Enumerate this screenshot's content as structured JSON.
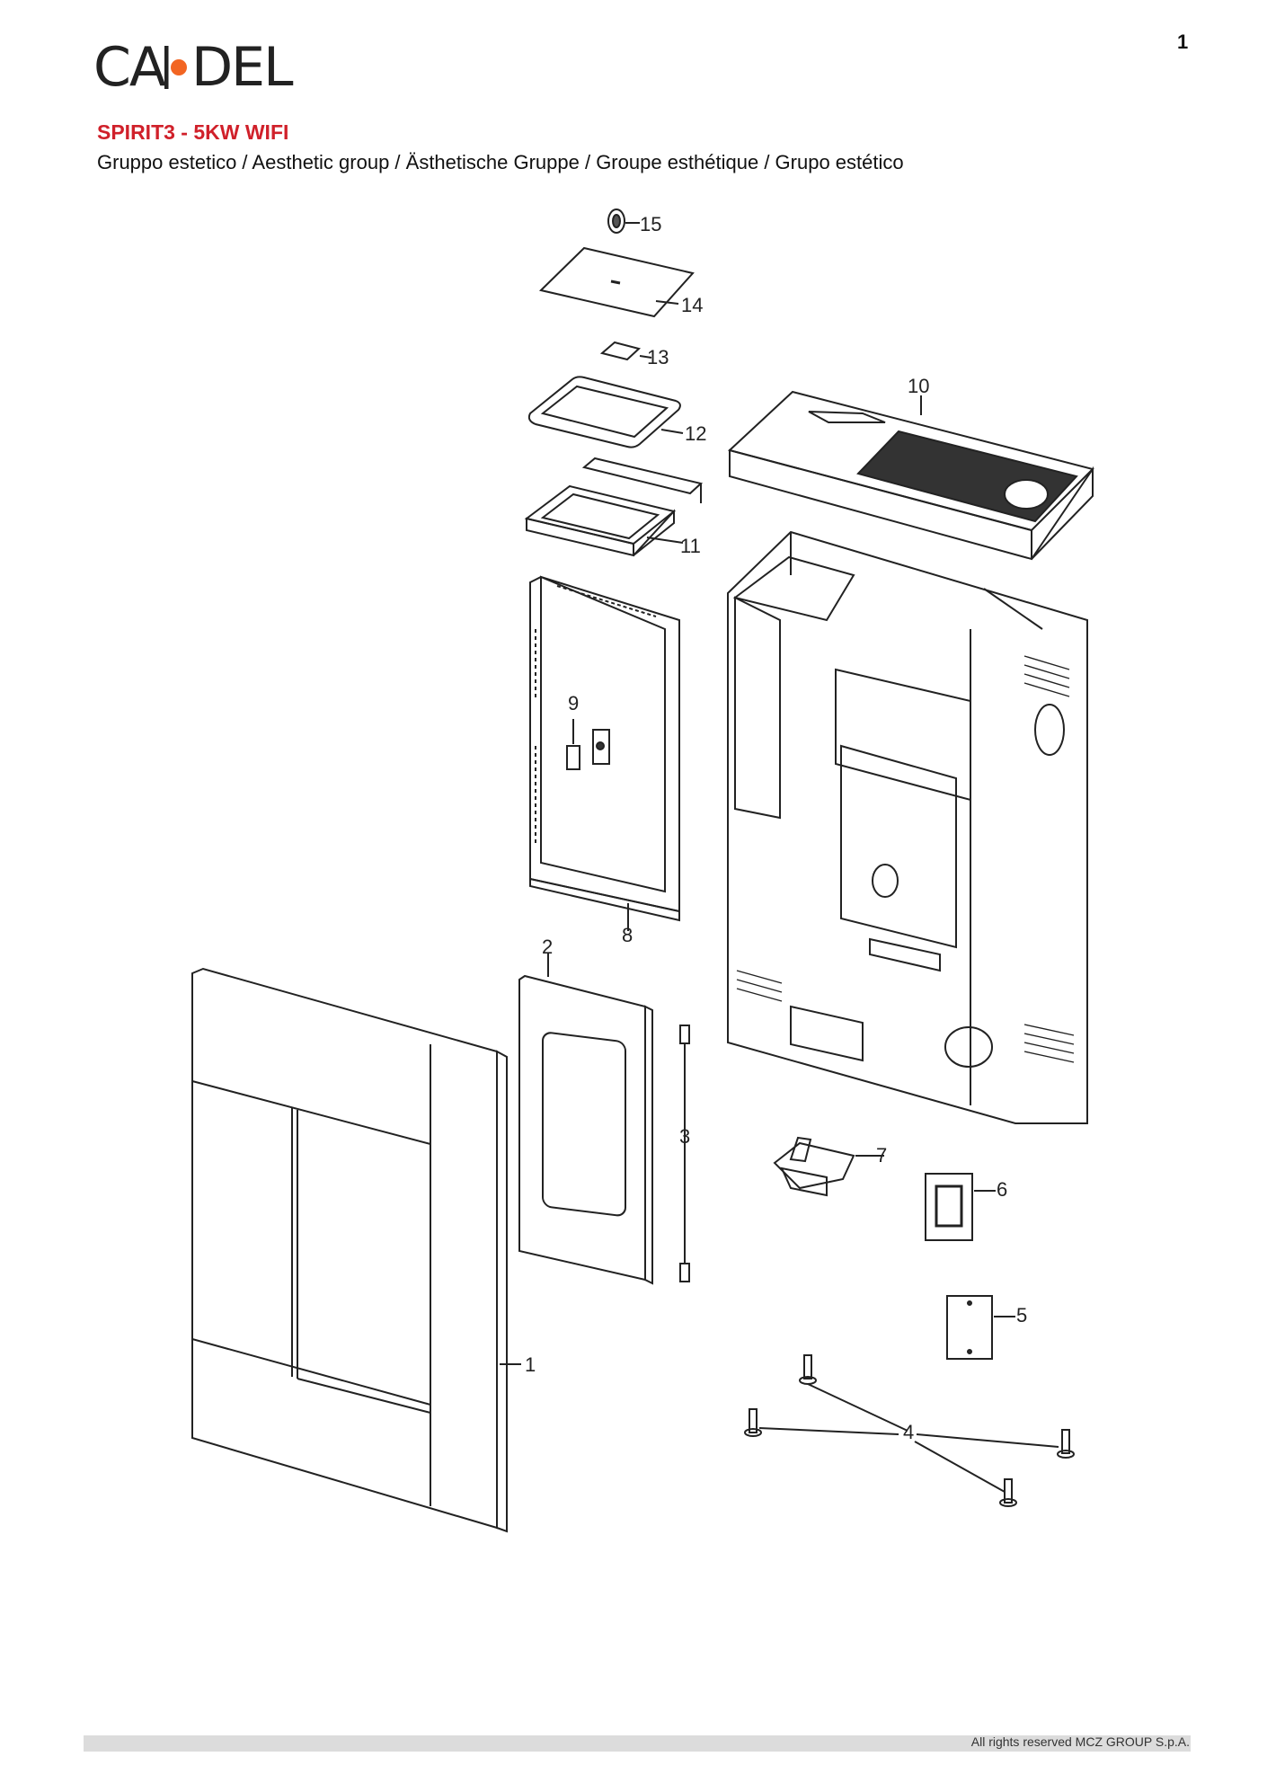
{
  "page_number": "1",
  "brand": {
    "name_left": "CA",
    "name_right": "DEL",
    "dot_color": "#f26522"
  },
  "model_title": "SPIRIT3 - 5KW WIFI",
  "subtitle": "Gruppo estetico / Aesthetic group / Ästhetische Gruppe / Groupe esthétique / Grupo estético",
  "callouts": [
    "1",
    "2",
    "3",
    "4",
    "5",
    "6",
    "7",
    "8",
    "9",
    "10",
    "11",
    "12",
    "13",
    "14",
    "15"
  ],
  "footer": "All rights reserved MCZ GROUP S.p.A.",
  "colors": {
    "title": "#d0202a",
    "line": "#222222",
    "footer_bar": "#dcdcdc"
  }
}
